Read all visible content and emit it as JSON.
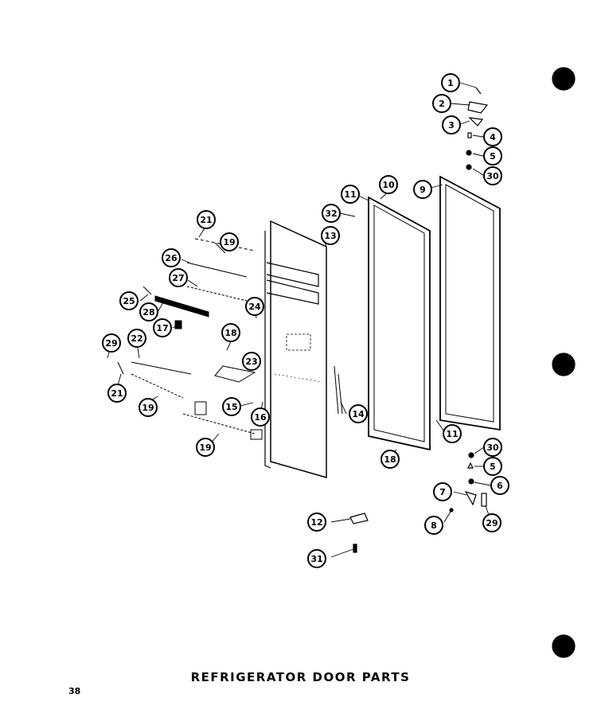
{
  "title": "REFRIGERATOR DOOR PARTS",
  "page_number": "38",
  "callouts": [
    "1",
    "2",
    "3",
    "4",
    "5",
    "30",
    "9",
    "10",
    "11",
    "32",
    "13",
    "21",
    "19",
    "26",
    "27",
    "25",
    "28",
    "24",
    "17",
    "18",
    "23",
    "29",
    "22",
    "21",
    "19",
    "15",
    "16",
    "19",
    "14",
    "18",
    "11",
    "30",
    "5",
    "6",
    "7",
    "8",
    "29",
    "12",
    "31"
  ]
}
